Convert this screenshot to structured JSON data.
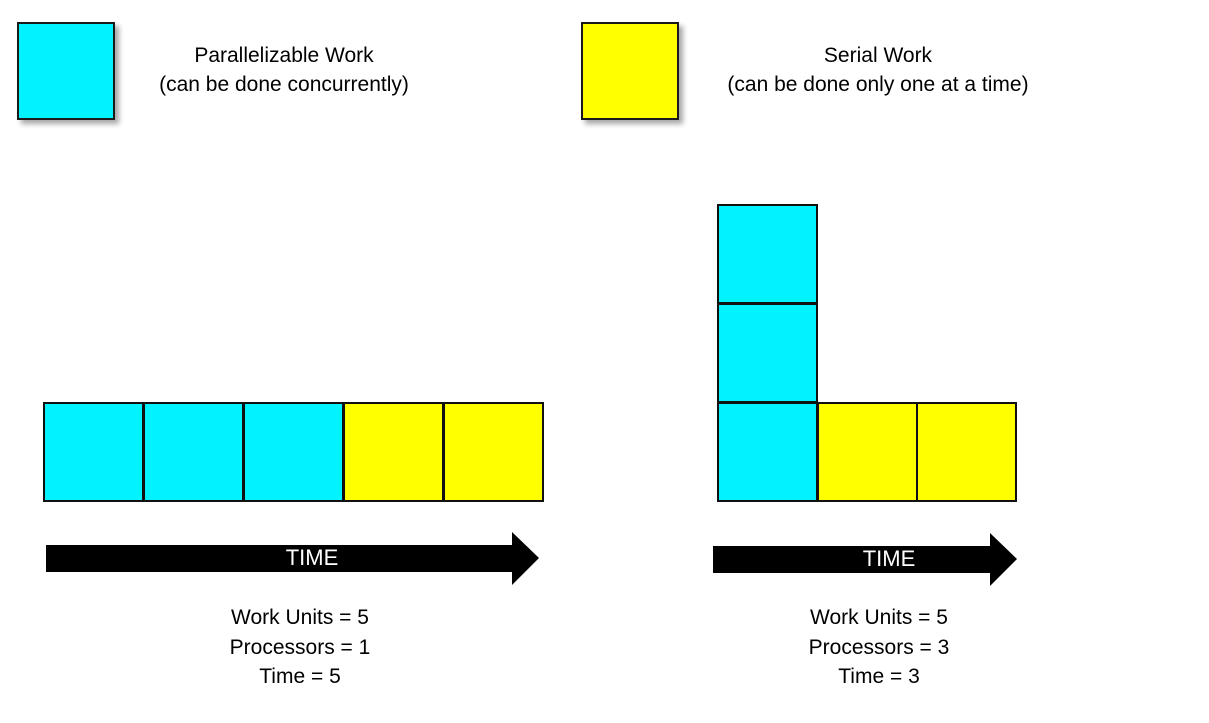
{
  "colors": {
    "parallel": "#00F3FF",
    "serial": "#FFFF00",
    "border": "#111111",
    "arrow": "#000000"
  },
  "legend": {
    "parallel": {
      "title": "Parallelizable Work",
      "subtitle": "(can be done concurrently)"
    },
    "serial": {
      "title": "Serial Work",
      "subtitle": "(can be done only one at a time)"
    }
  },
  "left_panel": {
    "blocks": [
      "parallel",
      "parallel",
      "parallel",
      "serial",
      "serial"
    ],
    "arrow_label": "TIME",
    "stats": {
      "work_units": "Work Units = 5",
      "processors": "Processors = 1",
      "time": "Time = 5"
    }
  },
  "right_panel": {
    "parallel_stack": [
      "parallel",
      "parallel",
      "parallel"
    ],
    "serial_row": [
      "serial",
      "serial"
    ],
    "arrow_label": "TIME",
    "stats": {
      "work_units": "Work Units = 5",
      "processors": "Processors = 3",
      "time": "Time = 3"
    }
  }
}
